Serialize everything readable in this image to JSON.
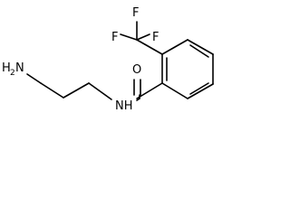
{
  "molecule": {
    "atoms": {
      "amine_n": "H",
      "amine_n_sub": "2",
      "amine_n_tail": "N",
      "amide_o": "O",
      "amide_nh": "NH",
      "f_left": "F",
      "f_top": "F",
      "f_right": "F"
    }
  }
}
